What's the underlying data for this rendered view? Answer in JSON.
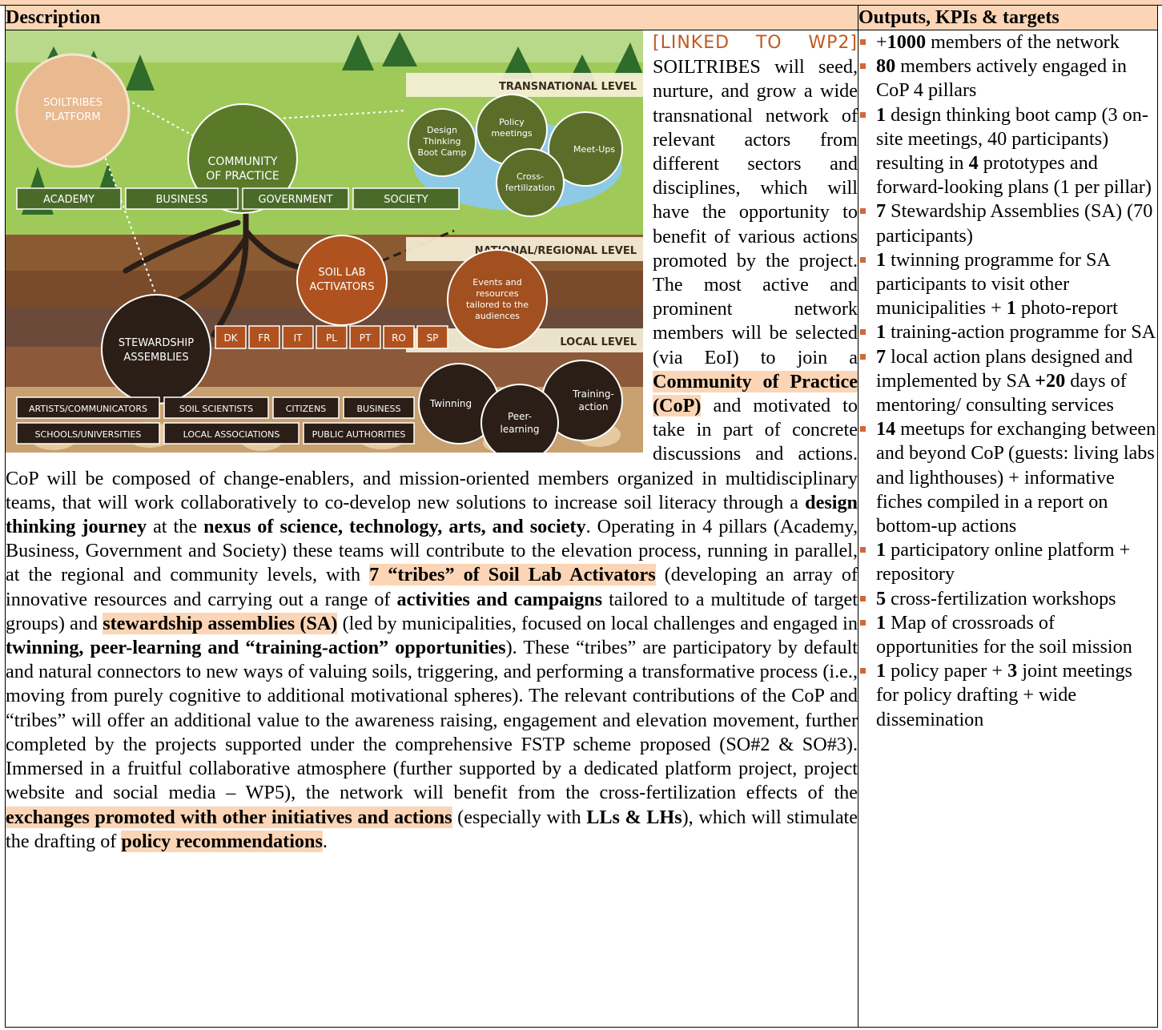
{
  "header": {
    "description": "Description",
    "kpis": "Outputs, KPIs & targets"
  },
  "figure": {
    "platform": [
      "SOILTRIBES",
      "PLATFORM"
    ],
    "cop": [
      "COMMUNITY",
      "OF PRACTICE"
    ],
    "pillars": [
      "ACADEMY",
      "BUSINESS",
      "GOVERNMENT",
      "SOCIETY"
    ],
    "levels": {
      "transnational": "TRANSNATIONAL LEVEL",
      "national": "NATIONAL/REGIONAL LEVEL",
      "local": "LOCAL LEVEL"
    },
    "trans_circles": {
      "design": [
        "Design",
        "Thinking",
        "Boot Camp"
      ],
      "policy": [
        "Policy",
        "meetings"
      ],
      "meetups": "Meet-Ups",
      "cross": [
        "Cross-",
        "fertilization"
      ]
    },
    "activators": [
      "SOIL LAB",
      "ACTIVATORS"
    ],
    "events": [
      "Events and",
      "resources",
      "tailored to the",
      "audiences"
    ],
    "countries": [
      "DK",
      "FR",
      "IT",
      "PL",
      "PT",
      "RO",
      "SP"
    ],
    "stewardship": [
      "STEWARDSHIP",
      "ASSEMBLIES"
    ],
    "actors_row1": [
      "ARTISTS/COMMUNICATORS",
      "SOIL SCIENTISTS",
      "CITIZENS",
      "BUSINESS"
    ],
    "actors_row2": [
      "SCHOOLS/UNIVERSITIES",
      "LOCAL ASSOCIATIONS",
      "PUBLIC AUTHORITIES"
    ],
    "local_circles": {
      "twinning": "Twinning",
      "peer": [
        "Peer-",
        "learning"
      ],
      "training": [
        "Training-",
        "action"
      ]
    }
  },
  "description": {
    "link": "[LINKED TO WP2]",
    "p1": " SOILTRIBES will seed, nurture, and grow a wide transnational network of relevant actors from different sectors and disciplines, which will have the opportunity to benefit of various actions promoted by the project. The most active and prominent network members will be selected (via EoI) to join a ",
    "cop": "Community of Practice (CoP)",
    "p2": " and motivated to take in part of concrete discussions and actions. CoP will be composed of change-enablers, and mission-oriented members organized in multidisciplinary teams, that will work collaboratively to co-develop new solutions to increase soil literacy through a ",
    "design": "design thinking journey",
    "p3": " at the ",
    "nexus": "nexus of science, technology, arts, and society",
    "p4": ". Operating in 4 pillars (Academy, Business, Government and Society) these teams will contribute to the elevation process, running in parallel, at the regional and community levels, with ",
    "tribes7": "7 “tribes” of Soil Lab Activators",
    "p5": " (developing an array of innovative resources and carrying out a range of ",
    "activities": "activities and campaigns",
    "p6": " tailored to a multitude of target groups) and ",
    "sa": "stewardship assemblies (SA)",
    "p7": " (led by municipalities, focused on local challenges and engaged in ",
    "twinning": "twinning, peer-learning and “training-action” opportunities",
    "p8": "). These “tribes” are participatory by default and natural connectors to new ways of valuing soils, triggering, and performing a transformative process (i.e., moving from purely cognitive to additional motivational spheres). The relevant contributions of the CoP and “tribes” will offer an additional value to the awareness raising, engagement and elevation movement, further completed by the projects supported under the comprehensive FSTP scheme proposed (SO#2 & SO#3). Immersed in a fruitful collaborative atmosphere (further supported by a dedicated platform project, project website and social media – WP5), the network will benefit from the cross-fertilization effects of the ",
    "exchanges": "exchanges promoted with other initiatives and actions",
    "p9": " (especially with ",
    "llslhs": "LLs & LHs",
    "p10": "), which will stimulate the drafting of ",
    "policy": "policy recommendations",
    "p11": "."
  },
  "kpis": [
    {
      "parts": [
        [
          "+",
          false
        ],
        [
          "1000",
          true
        ],
        [
          " members of the network",
          false
        ]
      ]
    },
    {
      "parts": [
        [
          "80",
          true
        ],
        [
          " members actively engaged in CoP 4 pillars",
          false
        ]
      ]
    },
    {
      "parts": [
        [
          "1",
          true
        ],
        [
          " design thinking boot camp (3 on-site meetings, 40 participants) resulting in ",
          false
        ],
        [
          "4",
          true
        ],
        [
          " prototypes and forward-looking plans (1 per pillar)",
          false
        ]
      ]
    },
    {
      "parts": [
        [
          "7",
          true
        ],
        [
          " Stewardship Assemblies (SA) (70 participants)",
          false
        ]
      ]
    },
    {
      "parts": [
        [
          "1",
          true
        ],
        [
          " twinning programme for SA participants to visit other municipalities + ",
          false
        ],
        [
          "1",
          true
        ],
        [
          " photo-report",
          false
        ]
      ]
    },
    {
      "parts": [
        [
          "1",
          true
        ],
        [
          " training-action programme for SA",
          false
        ]
      ]
    },
    {
      "parts": [
        [
          "7",
          true
        ],
        [
          " local action plans designed and implemented by SA ",
          false
        ],
        [
          "+20",
          true
        ],
        [
          " days of mentoring/ consulting services",
          false
        ]
      ]
    },
    {
      "parts": [
        [
          "14",
          true
        ],
        [
          " meetups for exchanging between and beyond CoP (guests: living labs and lighthouses) + informative fiches compiled in a report on bottom-up actions",
          false
        ]
      ]
    },
    {
      "parts": [
        [
          "1",
          true
        ],
        [
          " participatory online platform + repository",
          false
        ]
      ]
    },
    {
      "parts": [
        [
          "5",
          true
        ],
        [
          " cross-fertilization workshops",
          false
        ]
      ]
    },
    {
      "parts": [
        [
          "1",
          true
        ],
        [
          " Map of crossroads of opportunities for the soil mission",
          false
        ]
      ]
    },
    {
      "parts": [
        [
          "1",
          true
        ],
        [
          " policy paper + ",
          false
        ],
        [
          "3",
          true
        ],
        [
          " joint meetings for policy drafting + wide dissemination",
          false
        ]
      ]
    }
  ],
  "colors": {
    "header_bg": "#fbd5b5",
    "highlight": "#fbd5b5",
    "link": "#c05a20",
    "bullet": "#d0693a"
  }
}
